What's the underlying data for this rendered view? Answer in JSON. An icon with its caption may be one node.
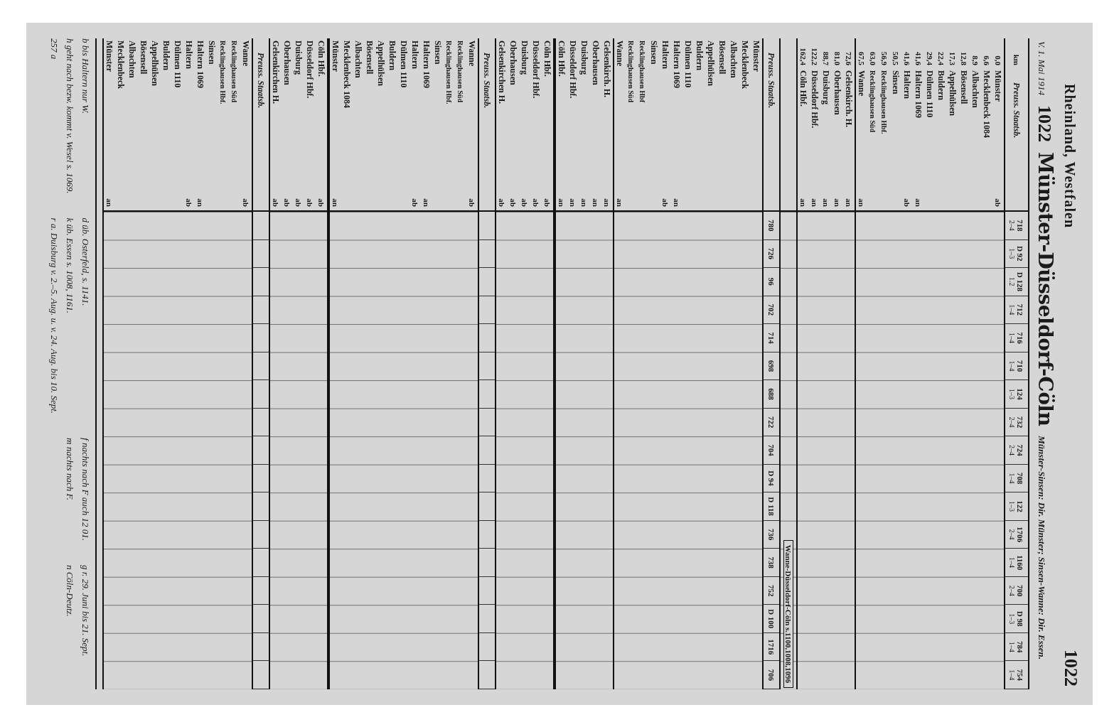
{
  "diagram": {
    "title": "Münster-Düsseldorf-Cöln",
    "labels": [
      "Rheinland, Westfalen",
      "1022",
      "V. 1. Mai 1914",
      "1022",
      "Münster-Sinsen: Dir. Münster; Sinsen-Wanne: Dir. Essen.",
      "km",
      "Preuss. Staatsb.",
      "718",
      "2–4",
      "D 92",
      "1–3",
      "D 128",
      "1.2",
      "712",
      "1–4",
      "716",
      "1–4",
      "710",
      "1–4",
      "124",
      "1–3",
      "732",
      "2–4",
      "724",
      "2–4",
      "708",
      "1–4",
      "122",
      "1–3",
      "1706",
      "2–4",
      "1160",
      "1–4",
      "700",
      "2–4",
      "D 98",
      "1–3",
      "784",
      "1–4",
      "754",
      "1–4",
      "0,0",
      "Münster",
      "ab",
      "6,6",
      "Mecklenbeck 1084",
      "8,9",
      "Albachten",
      "12,8",
      "Bösensell",
      "17,3",
      "Appelhülsen",
      "22,4",
      "Buldern",
      "29,4",
      "Dülmen 1110",
      "41,6",
      "Haltern 1069",
      "an",
      "41,6",
      "Haltern",
      "ab",
      "50,5",
      "Sinsen",
      "56,9",
      "Recklinghausen Hbf.",
      "63,0",
      "Recklinghausen Süd",
      "67,5",
      "Wanne",
      "an",
      "72,6",
      "Gelsenkirch. H.",
      "an",
      "81,0",
      "Oberhausen",
      "an",
      "88,7",
      "Duisburg",
      "an",
      "122,2",
      "Düsseldorf Hbf.",
      "an",
      "162,4",
      "Cöln Hbf.",
      "an",
      "Wanne-Düsseldorf-Cöln s.1100,1008,1096",
      "Preuss. Staatsb.",
      "780",
      "726",
      "96",
      "702",
      "714",
      "698",
      "688",
      "722",
      "704",
      "D 94",
      "D 118",
      "736",
      "738",
      "752",
      "D 100",
      "1716",
      "706",
      "Münster",
      "Mecklenbeck",
      "Albachten",
      "Bösensell",
      "Appelhülsen",
      "Buldern",
      "Dülmen 1110",
      "Haltern 1069",
      "an",
      "Haltern",
      "ab",
      "Sinsen",
      "Recklinghausen Hbf",
      "Recklinghausen Süd",
      "Wanne",
      "an",
      "Gelsenkirch. H.",
      "an",
      "Oberhausen",
      "an",
      "Duisburg",
      "an",
      "Düsseldorf Hbf.",
      "an",
      "Cöln Hbf.",
      "an",
      "Cöln Hbf.",
      "ab",
      "Düsseldorf Hbf.",
      "ab",
      "Duisburg",
      "ab",
      "Oberhausen",
      "ab",
      "Gelsenkirchen H.",
      "ab",
      "Preuss. Staatsb.",
      "Wanne",
      "ab",
      "Recklinghausen Süd",
      "Recklinghausen Hbf.",
      "Sinsen",
      "Haltern 1069",
      "an",
      "Haltern",
      "ab",
      "Dülmen 1110",
      "Buldern",
      "Appelhülsen",
      "Bösensell",
      "Albachten",
      "Mecklenbeck 1084",
      "Münster",
      "an",
      "Cöln Hbf.",
      "ab",
      "Düsseldorf Hbf.",
      "ab",
      "Duisburg",
      "ab",
      "Oberhausen",
      "ab",
      "Gelsenkirchen H.",
      "ab",
      "Preuss. Staatsb.",
      "Wanne",
      "ab",
      "Recklinghausen Süd",
      "Recklinghausen Hbf.",
      "Sinsen",
      "Haltern 1069",
      "an",
      "Haltern",
      "ab",
      "Dülmen 1110",
      "Buldern",
      "Appelhülsen",
      "Bösensell",
      "Albachten",
      "Mecklenbeck",
      "Münster",
      "an",
      "b bis Haltern nur W.",
      "d üb. Osterfeld, s. 1141.",
      "f nachts nach F auch 12 01.",
      "g r. 29. Juni bis 21. Sept.",
      "h geht nach bezw. kommt v. Wesel s. 1069.",
      "k üb. Essen s. 1008, 1161.",
      "m nachts nach F.",
      "n Cöln-Deutz.",
      "257 a",
      "r a. Duisburg v. 2.–5. Aug. u. v. 24. Aug. bis 10. Sept."
    ]
  }
}
